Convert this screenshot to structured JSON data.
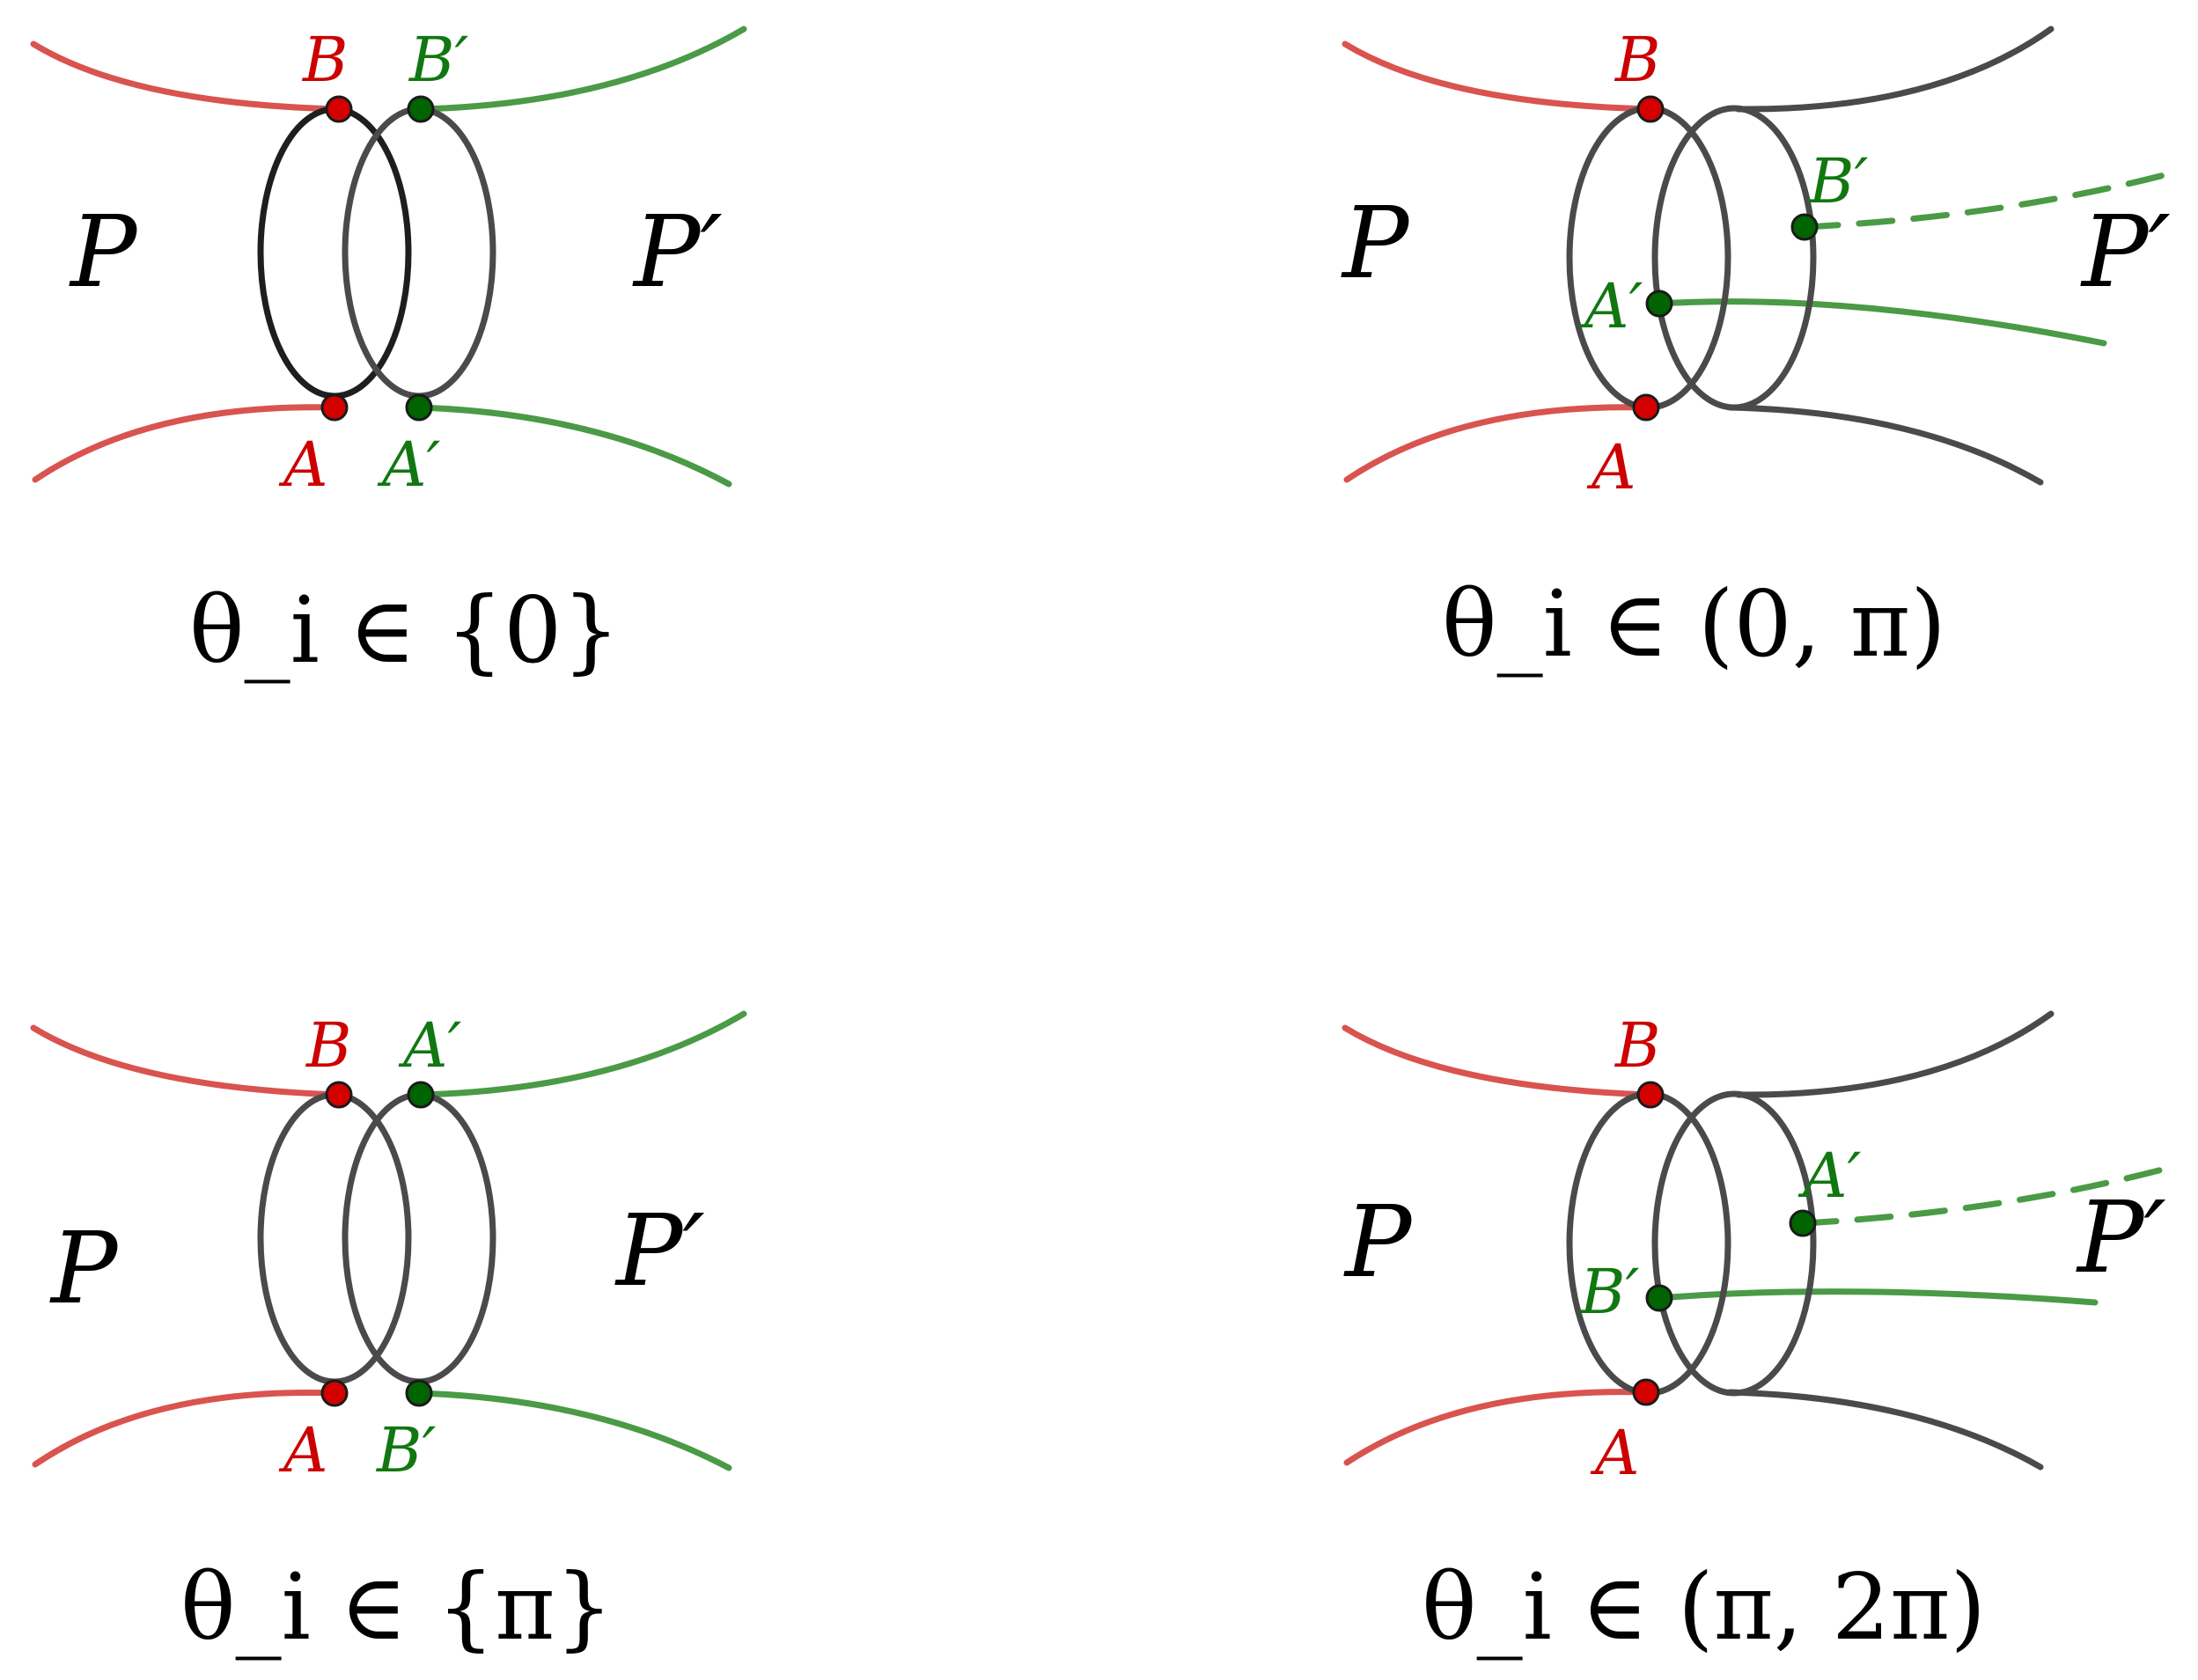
{
  "panels": {
    "top_left": {
      "caption": "θ_i ∈ {0}",
      "left_region": "P",
      "right_region": "P′",
      "points": {
        "top_red": "B",
        "bottom_red": "A",
        "top_green": "B′",
        "bottom_green": "A′"
      }
    },
    "top_right": {
      "caption": "θ_i ∈ (0, π)",
      "left_region": "P",
      "right_region": "P′",
      "points": {
        "top_red": "B",
        "bottom_red": "A",
        "front_green": "A′",
        "back_green": "B′"
      }
    },
    "bottom_left": {
      "caption": "θ_i ∈ {π}",
      "left_region": "P",
      "right_region": "P′",
      "points": {
        "top_red": "B",
        "bottom_red": "A",
        "top_green": "A′",
        "bottom_green": "B′"
      }
    },
    "bottom_right": {
      "caption": "θ_i ∈ (π, 2π)",
      "left_region": "P",
      "right_region": "P′",
      "points": {
        "top_red": "B",
        "bottom_red": "A",
        "front_green": "B′",
        "back_green": "A′"
      }
    }
  },
  "colors": {
    "left_boundary": "#d9534f",
    "right_boundary": "#4a9a46",
    "cuff": "#4a4a4a",
    "red_point": "#d40000",
    "green_point": "#006400"
  }
}
